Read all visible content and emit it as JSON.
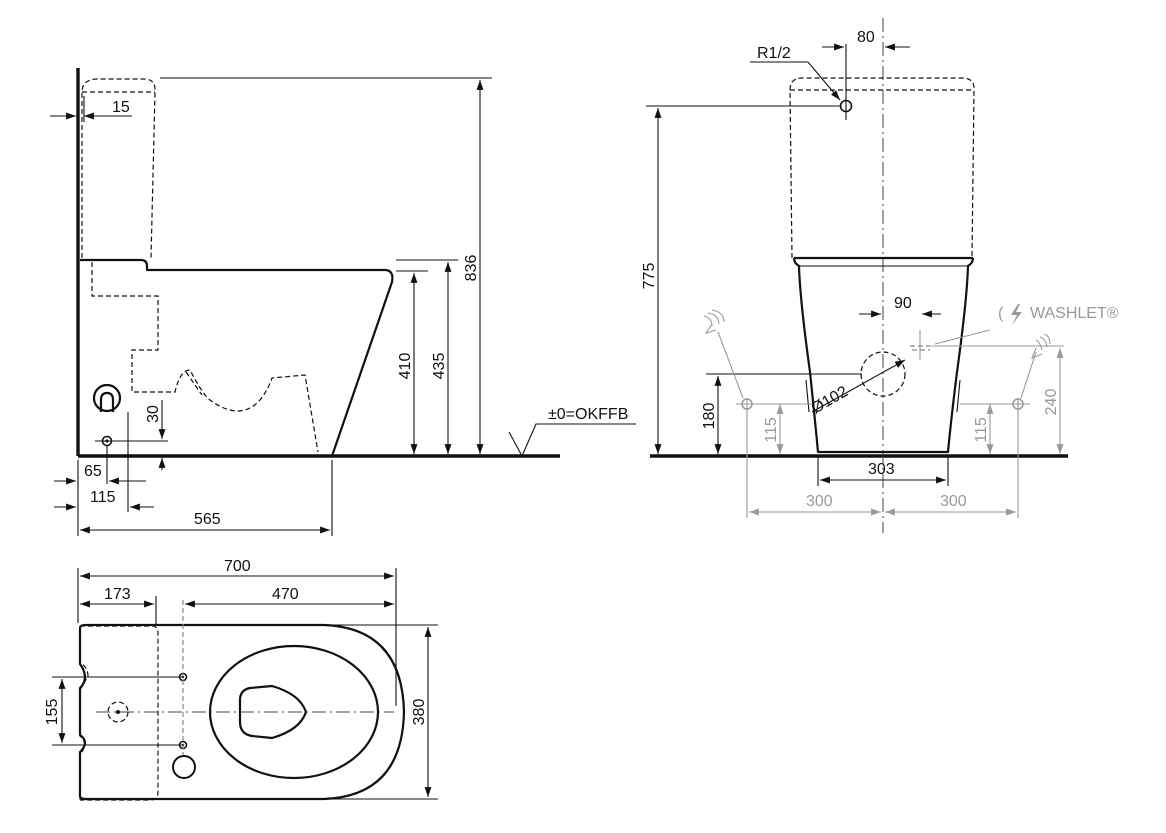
{
  "side_view": {
    "dim_top_overall": "836",
    "dim_bowl_height": "435",
    "dim_seat_height": "410",
    "dim_wall_gap": "15",
    "dim_drain_height": "30",
    "dim_drain_offset": "65",
    "dim_outlet_offset": "115",
    "dim_depth": "565",
    "floor_label": "±0=OKFFB"
  },
  "front_view": {
    "dim_inlet_thread": "R1/2",
    "dim_inlet_offset": "80",
    "dim_inlet_height": "775",
    "dim_washlet_offset": "90",
    "washlet_label": "WASHLET®",
    "dim_pipe_diameter": "Ø102",
    "dim_pipe_height": "180",
    "dim_left_supply_height": "115",
    "dim_right_supply_height": "115",
    "dim_right_supply_top": "240",
    "dim_base_width": "303",
    "dim_left_spacing": "300",
    "dim_right_spacing": "300"
  },
  "plan_view": {
    "dim_total_length": "700",
    "dim_tank_depth": "173",
    "dim_bowl_length": "470",
    "dim_fixing_spacing": "155",
    "dim_width": "380"
  },
  "colors": {
    "line": "#111111",
    "hidden_supply": "#999999",
    "background": "#ffffff"
  }
}
